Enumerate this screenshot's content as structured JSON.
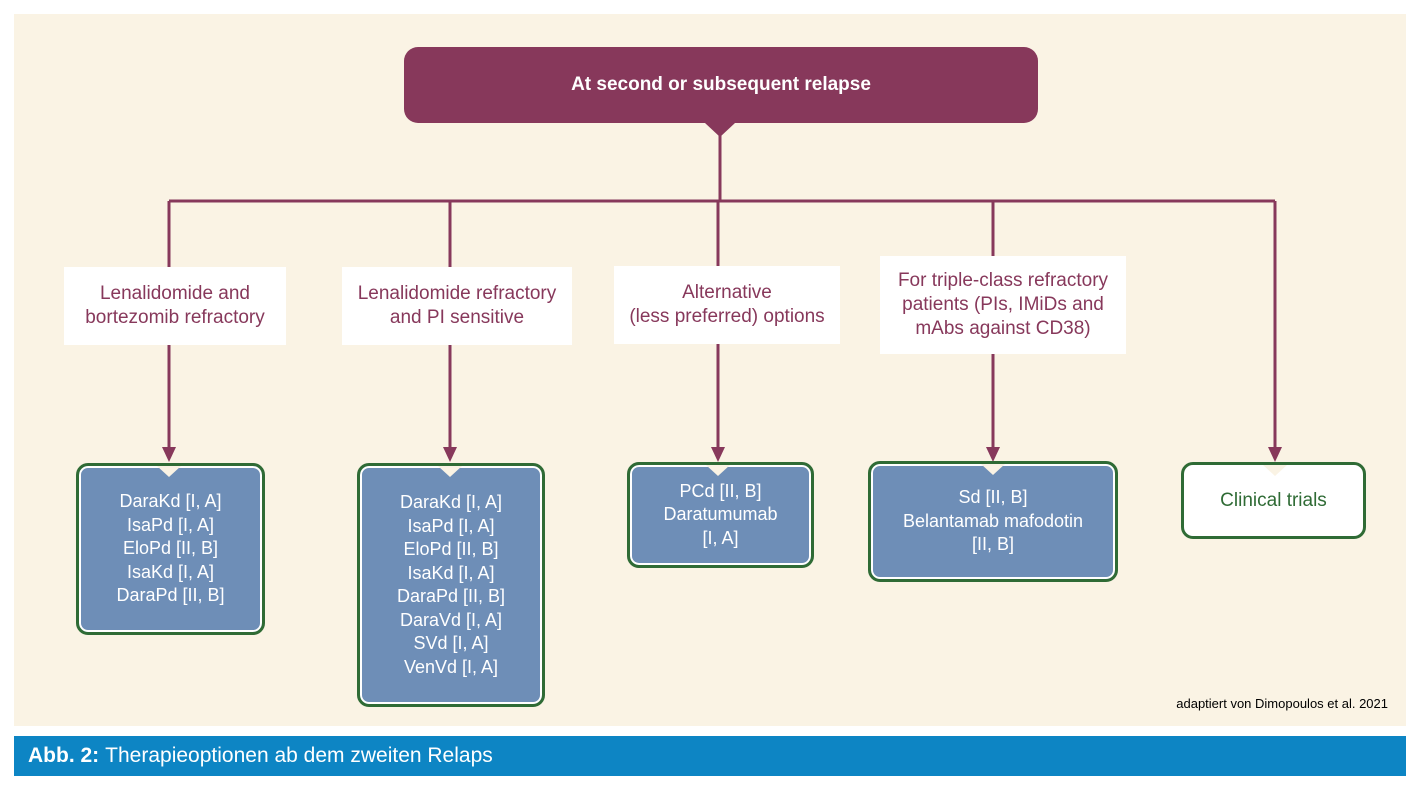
{
  "header": {
    "title": "At second or subsequent relapse"
  },
  "categories": [
    {
      "lines": [
        "Lenalidomide and",
        "bortezomib refractory"
      ]
    },
    {
      "lines": [
        "Lenalidomide refractory",
        "and PI sensitive"
      ]
    },
    {
      "lines": [
        "Alternative",
        "(less preferred) options"
      ]
    },
    {
      "lines": [
        "For triple-class refractory",
        "patients (PIs, IMiDs and",
        "mAbs against CD38)"
      ]
    }
  ],
  "treatments": [
    {
      "items": [
        "DaraKd [I, A]",
        "IsaPd [I, A]",
        "EloPd [II, B]",
        "IsaKd [I, A]",
        "DaraPd [II, B]"
      ]
    },
    {
      "items": [
        "DaraKd [I, A]",
        "IsaPd [I, A]",
        "EloPd [II, B]",
        "IsaKd [I, A]",
        "DaraPd [II, B]",
        "DaraVd [I, A]",
        "SVd [I, A]",
        "VenVd [I, A]"
      ]
    },
    {
      "items": [
        "PCd [II, B]",
        "Daratumumab",
        "[I, A]"
      ]
    },
    {
      "items": [
        "Sd [II, B]",
        "Belantamab mafodotin",
        "[II, B]"
      ]
    }
  ],
  "clinical_trials": {
    "label": "Clinical trials"
  },
  "source_note": "adaptiert von Dimopoulos et al. 2021",
  "caption": {
    "label": "Abb. 2:",
    "text": "Therapieoptionen ab dem zweiten Relaps"
  },
  "colors": {
    "primary": "#87385b",
    "box_fill": "#6e8eb7",
    "box_border": "#2f6b35",
    "background": "#faf3e4",
    "caption_bar": "#0d85c4"
  }
}
